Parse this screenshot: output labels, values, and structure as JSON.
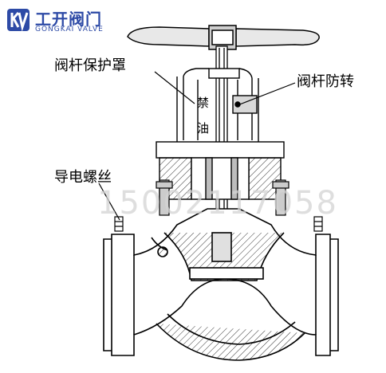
{
  "brand": {
    "name": "工开阀门",
    "subtitle": "GONGKAI VALVE",
    "color": "#2d4aa6"
  },
  "callouts": {
    "stem_guard": "阀杆保护罩",
    "anti_rotation": "阀杆防转",
    "ground_screw": "导电螺丝"
  },
  "stamp": {
    "char_1": "禁",
    "char_2": "油"
  },
  "watermark": {
    "phone": "15002117058"
  }
}
